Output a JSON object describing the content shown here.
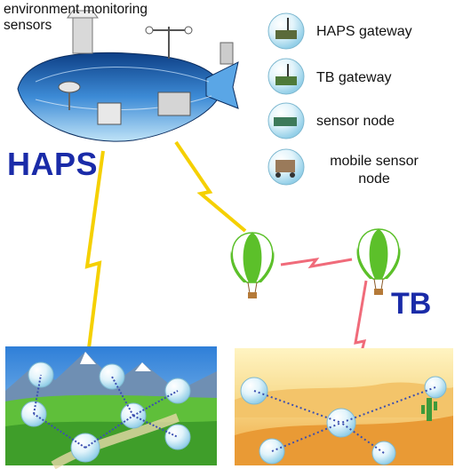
{
  "labels": {
    "sensors": "environment monitoring\nsensors",
    "haps": "HAPS",
    "tb": "TB"
  },
  "legend": [
    {
      "icon": "haps-gateway-icon",
      "label": "HAPS gateway"
    },
    {
      "icon": "tb-gateway-icon",
      "label": "TB gateway"
    },
    {
      "icon": "sensor-node-icon",
      "label": "sensor node"
    },
    {
      "icon": "mobile-sensor-node-icon",
      "label": "mobile sensor\nnode"
    }
  ],
  "colors": {
    "heading": "#1a2ba8",
    "haps_link": "#f5d000",
    "tb_link": "#f06b7a",
    "balloon_green": "#5cc02a",
    "airship_hull": "#1e5fa8"
  }
}
